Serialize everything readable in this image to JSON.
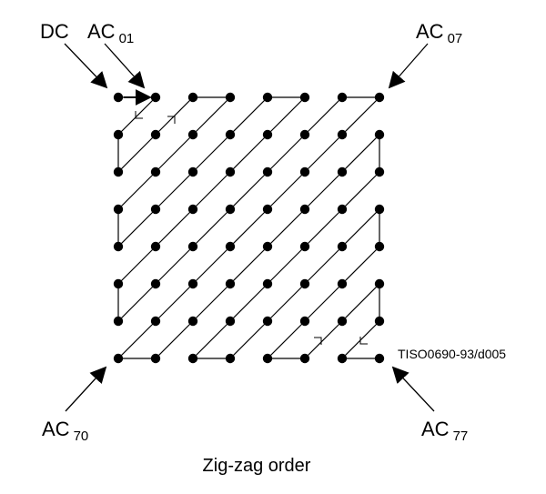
{
  "labels": {
    "dc": "DC",
    "ac01": {
      "main": "AC",
      "sub": "01"
    },
    "ac07": {
      "main": "AC",
      "sub": "07"
    },
    "ac70": {
      "main": "AC",
      "sub": "70"
    },
    "ac77": {
      "main": "AC",
      "sub": "77"
    },
    "reference": "TISO0690-93/d005",
    "caption": "Zig-zag order"
  },
  "grid": {
    "rows": 8,
    "cols": 8
  },
  "colors": {
    "ink": "#000000",
    "background": "#ffffff"
  }
}
